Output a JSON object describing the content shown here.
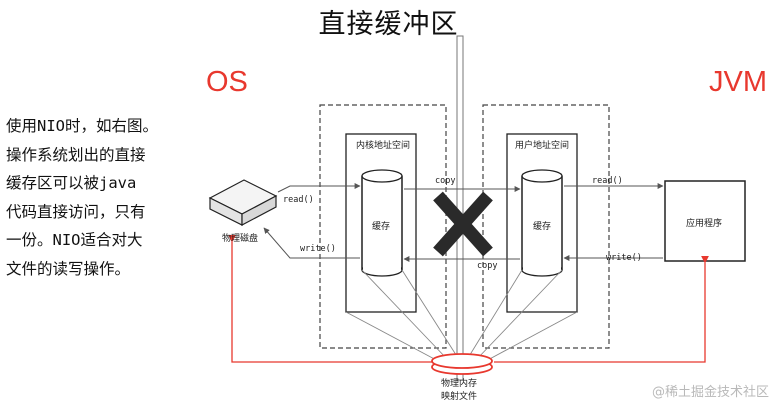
{
  "title": "直接缓冲区",
  "os_label": "OS",
  "jvm_label": "JVM",
  "note_lines": [
    "使用NIO时，如右图。",
    "操作系统划出的直接",
    "缓存区可以被java",
    "代码直接访问，只有",
    "一份。NIO适合对大",
    "文件的读写操作。"
  ],
  "disk_label": "物理磁盘",
  "kernel_space": "内核地址空间",
  "user_space": "用户地址空间",
  "kernel_cache": "缓存",
  "user_cache": "缓存",
  "app_label": "应用程序",
  "read_left": "read()",
  "write_left": "write()",
  "copy_top": "copy",
  "copy_bottom": "copy",
  "read_right": "read()",
  "write_right": "write()",
  "mmap_line1": "物理内存",
  "mmap_line2": "映射文件",
  "watermark": "@稀土掘金技术社区",
  "colors": {
    "accent_red": "#e8382e",
    "cross": "#2a2a2a"
  }
}
